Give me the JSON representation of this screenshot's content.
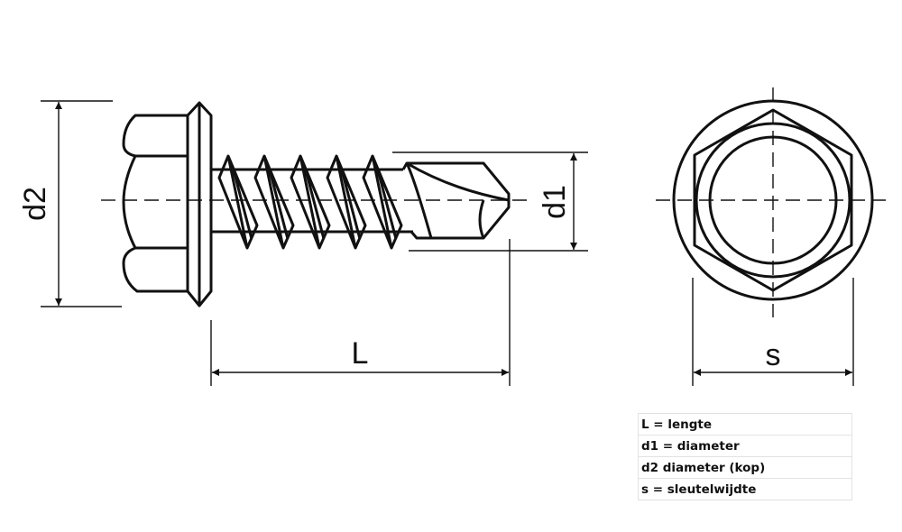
{
  "labels": {
    "d2": "d2",
    "d1": "d1",
    "L": "L",
    "s": "s"
  },
  "legend": [
    "L = lengte",
    "d1 = diameter",
    "d2 diameter (kop)",
    "s = sleutelwijdte"
  ]
}
